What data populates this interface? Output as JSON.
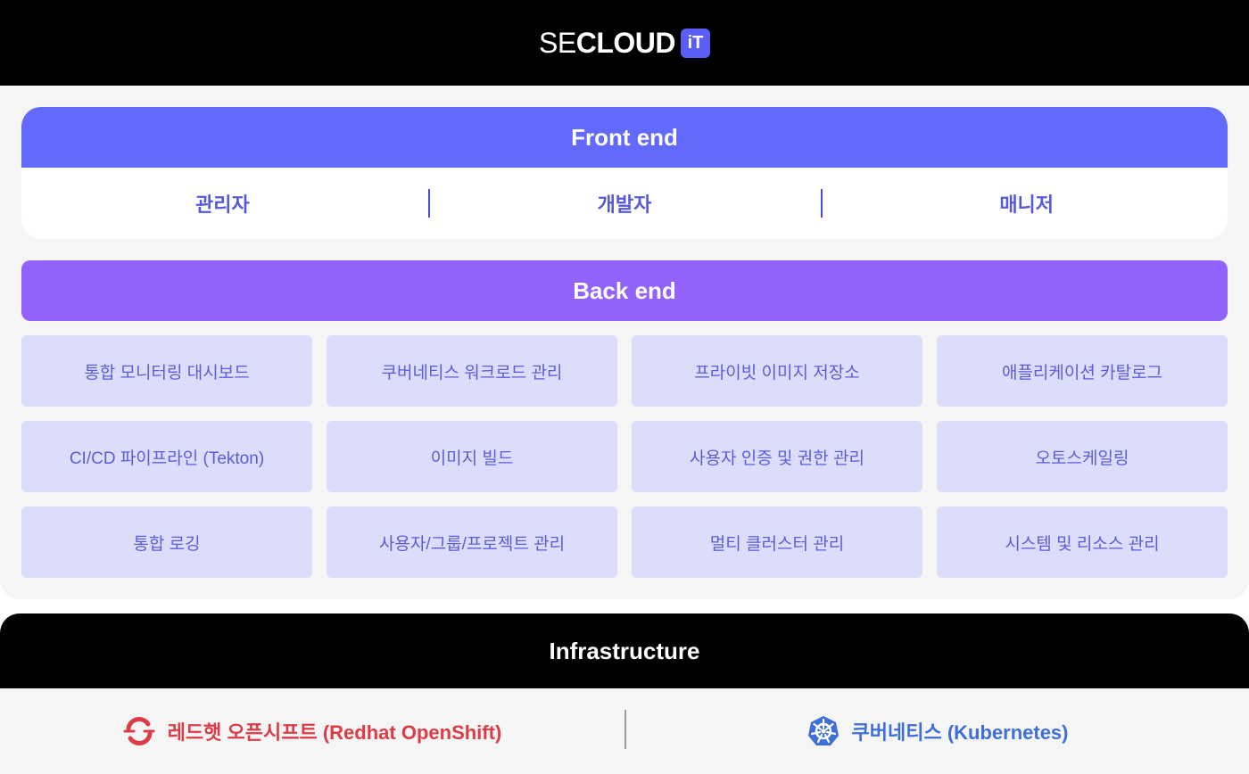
{
  "header": {
    "logo_se": "SE",
    "logo_cloud": "CLOUD",
    "logo_badge": "iT"
  },
  "frontend": {
    "title": "Front end",
    "roles": [
      "관리자",
      "개발자",
      "매니저"
    ]
  },
  "backend": {
    "title": "Back end",
    "tiles": [
      "통합 모니터링 대시보드",
      "쿠버네티스 워크로드 관리",
      "프라이빗 이미지 저장소",
      "애플리케이션 카탈로그",
      "CI/CD 파이프라인 (Tekton)",
      "이미지 빌드",
      "사용자 인증 및 권한 관리",
      "오토스케일링",
      "통합 로깅",
      "사용자/그룹/프로젝트 관리",
      "멀티 클러스터 관리",
      "시스템 및 리소스 관리"
    ]
  },
  "infrastructure": {
    "title": "Infrastructure",
    "items": [
      {
        "label": "레드햇 오픈시프트 (Redhat OpenShift)",
        "icon": "openshift-icon",
        "color": "#dd3b45"
      },
      {
        "label": "쿠버네티스 (Kubernetes)",
        "icon": "kubernetes-icon",
        "color": "#3e6fd8"
      }
    ]
  },
  "colors": {
    "frontend_header": "#6269fb",
    "backend_header": "#9262fc",
    "tile_bg": "#dcdcfb",
    "tile_text": "#5b5ed8",
    "brand_badge": "#5b5ef5"
  }
}
